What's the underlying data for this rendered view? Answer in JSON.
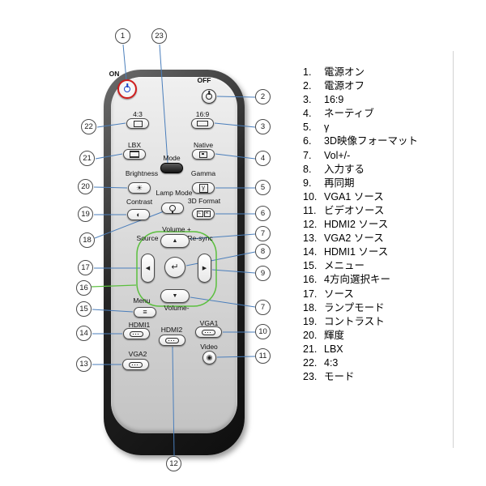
{
  "callouts": {
    "c1": "1",
    "c2": "2",
    "c3": "3",
    "c4": "4",
    "c5": "5",
    "c6": "6",
    "c7": "7",
    "c8": "8",
    "c9": "9",
    "c10": "10",
    "c11": "11",
    "c12": "12",
    "c13": "13",
    "c14": "14",
    "c15": "15",
    "c16": "16",
    "c17": "17",
    "c18": "18",
    "c19": "19",
    "c20": "20",
    "c21": "21",
    "c22": "22",
    "c23": "23"
  },
  "remote": {
    "labels": {
      "on": "ON",
      "off": "OFF",
      "aspect_43": "4:3",
      "aspect_169": "16:9",
      "lbx": "LBX",
      "native": "Native",
      "mode": "Mode",
      "brightness": "Brightness",
      "gamma": "Gamma",
      "lamp_mode": "Lamp Mode",
      "contrast": "Contrast",
      "three_d_format": "3D Format",
      "source": "Source",
      "resync": "Re-sync",
      "volume_plus": "Volume +",
      "volume_minus": "Volume-",
      "menu": "Menu",
      "hdmi1": "HDMI1",
      "hdmi2": "HDMI2",
      "vga1": "VGA1",
      "vga2": "VGA2",
      "video": "Video"
    },
    "icons": {
      "up": "▲",
      "down": "▼",
      "left": "◀",
      "right": "▶",
      "enter": "↵",
      "menu": "≡",
      "video": "◉",
      "gamma": "γ",
      "sun": "☀",
      "contrast": "◐",
      "l": "L",
      "r": "R"
    }
  },
  "legend": {
    "items": [
      {
        "num": "1.",
        "label": "電源オン"
      },
      {
        "num": "2.",
        "label": "電源オフ"
      },
      {
        "num": "3.",
        "label": "16:9"
      },
      {
        "num": "4.",
        "label": "ネーティブ"
      },
      {
        "num": "5.",
        "label": "γ"
      },
      {
        "num": "6.",
        "label": "3D映像フォーマット"
      },
      {
        "num": "7.",
        "label": "Vol+/-"
      },
      {
        "num": "8.",
        "label": "入力する"
      },
      {
        "num": "9.",
        "label": "再同期"
      },
      {
        "num": "10.",
        "label": "VGA1 ソース"
      },
      {
        "num": "11.",
        "label": "ビデオソース"
      },
      {
        "num": "12.",
        "label": "HDMI2 ソース"
      },
      {
        "num": "13.",
        "label": "VGA2 ソース"
      },
      {
        "num": "14.",
        "label": "HDMI1 ソース"
      },
      {
        "num": "15.",
        "label": "メニュー"
      },
      {
        "num": "16.",
        "label": "4方向選択キー"
      },
      {
        "num": "17.",
        "label": "ソース"
      },
      {
        "num": "18.",
        "label": "ランプモード"
      },
      {
        "num": "19.",
        "label": "コントラスト"
      },
      {
        "num": "20.",
        "label": "輝度"
      },
      {
        "num": "21.",
        "label": "LBX"
      },
      {
        "num": "22.",
        "label": "4:3"
      },
      {
        "num": "23.",
        "label": "モード"
      }
    ]
  },
  "colors": {
    "line_blue": "#4a7ebb",
    "line_green": "#5bbf3e",
    "power_ring_red": "#cf1c1c",
    "power_symbol_blue": "#1b46c8"
  }
}
